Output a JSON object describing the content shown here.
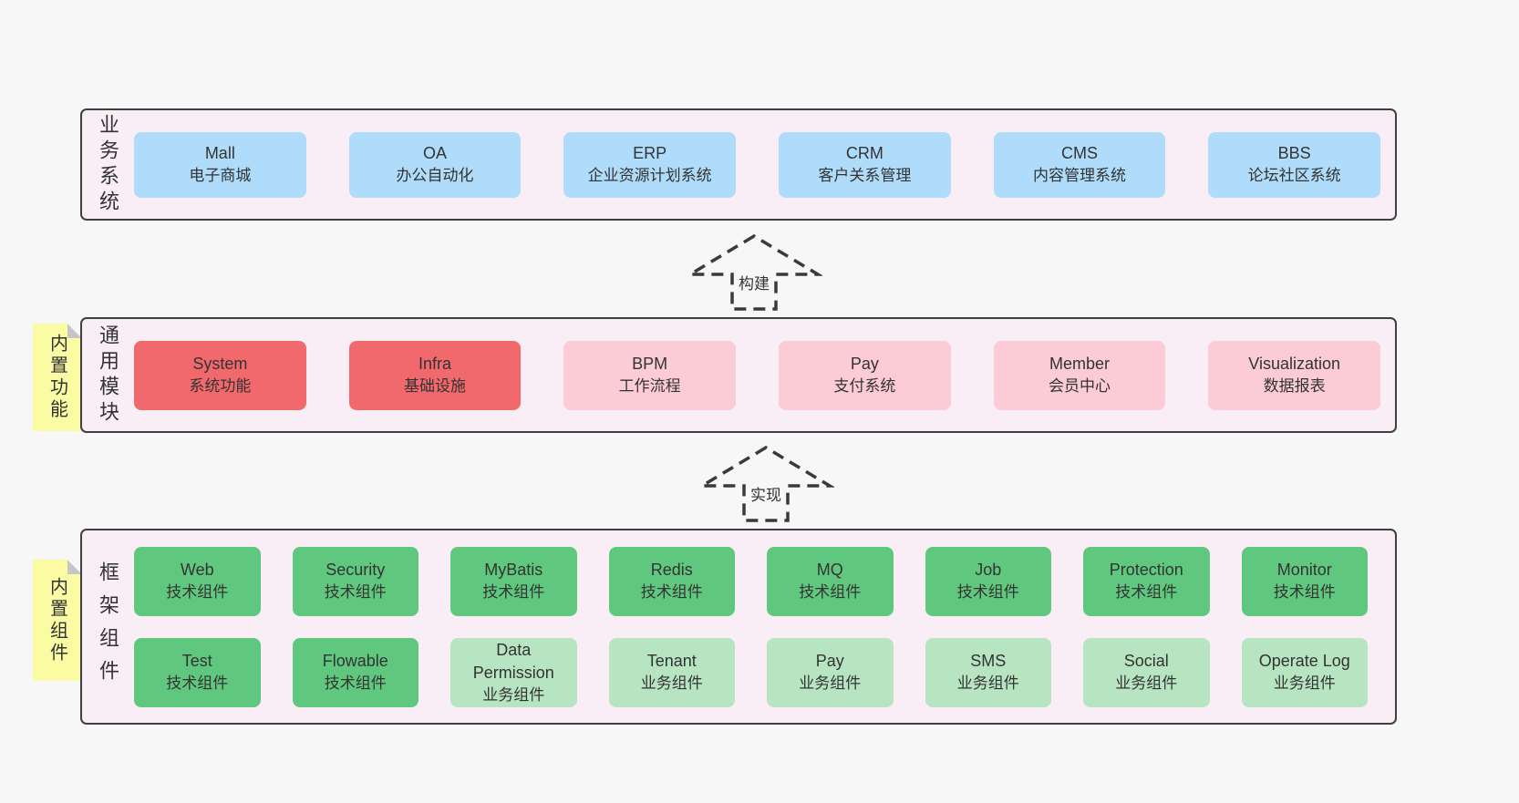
{
  "colors": {
    "page_bg": "#f7f7f7",
    "container_bg": "#f9edf6",
    "container_border": "#3f3f3f",
    "blue": "#aedcfa",
    "red": "#f1696d",
    "pink": "#fbcbd6",
    "green_dark": "#60c87e",
    "green_light": "#b7e4c1",
    "yellow": "#fafba2",
    "fold": "#c6c6c6",
    "text": "#333333"
  },
  "arrows": [
    {
      "id": "build",
      "label": "构建"
    },
    {
      "id": "implement",
      "label": "实现"
    }
  ],
  "sections": [
    {
      "id": "business-systems",
      "label": "业务系统",
      "sticky": null,
      "columns": 6,
      "rows": [
        [
          {
            "title": "Mall",
            "subtitle": "电子商城",
            "variant": "blue"
          },
          {
            "title": "OA",
            "subtitle": "办公自动化",
            "variant": "blue"
          },
          {
            "title": "ERP",
            "subtitle": "企业资源计划系统",
            "variant": "blue"
          },
          {
            "title": "CRM",
            "subtitle": "客户关系管理",
            "variant": "blue"
          },
          {
            "title": "CMS",
            "subtitle": "内容管理系统",
            "variant": "blue"
          },
          {
            "title": "BBS",
            "subtitle": "论坛社区系统",
            "variant": "blue"
          }
        ]
      ]
    },
    {
      "id": "common-modules",
      "label": "通用模块",
      "sticky": "内置功能",
      "columns": 6,
      "rows": [
        [
          {
            "title": "System",
            "subtitle": "系统功能",
            "variant": "red"
          },
          {
            "title": "Infra",
            "subtitle": "基础设施",
            "variant": "red"
          },
          {
            "title": "BPM",
            "subtitle": "工作流程",
            "variant": "pink"
          },
          {
            "title": "Pay",
            "subtitle": "支付系统",
            "variant": "pink"
          },
          {
            "title": "Member",
            "subtitle": "会员中心",
            "variant": "pink"
          },
          {
            "title": "Visualization",
            "subtitle": "数据报表",
            "variant": "pink"
          }
        ]
      ]
    },
    {
      "id": "framework-components",
      "label": "框架组件",
      "sticky": "内置组件",
      "columns": 8,
      "rows": [
        [
          {
            "title": "Web",
            "subtitle": "技术组件",
            "variant": "green-dark"
          },
          {
            "title": "Security",
            "subtitle": "技术组件",
            "variant": "green-dark"
          },
          {
            "title": "MyBatis",
            "subtitle": "技术组件",
            "variant": "green-dark"
          },
          {
            "title": "Redis",
            "subtitle": "技术组件",
            "variant": "green-dark"
          },
          {
            "title": "MQ",
            "subtitle": "技术组件",
            "variant": "green-dark"
          },
          {
            "title": "Job",
            "subtitle": "技术组件",
            "variant": "green-dark"
          },
          {
            "title": "Protection",
            "subtitle": "技术组件",
            "variant": "green-dark"
          },
          {
            "title": "Monitor",
            "subtitle": "技术组件",
            "variant": "green-dark"
          }
        ],
        [
          {
            "title": "Test",
            "subtitle": "技术组件",
            "variant": "green-dark"
          },
          {
            "title": "Flowable",
            "subtitle": "技术组件",
            "variant": "green-dark"
          },
          {
            "title": "Data Permission",
            "subtitle": "业务组件",
            "variant": "green-light"
          },
          {
            "title": "Tenant",
            "subtitle": "业务组件",
            "variant": "green-light"
          },
          {
            "title": "Pay",
            "subtitle": "业务组件",
            "variant": "green-light"
          },
          {
            "title": "SMS",
            "subtitle": "业务组件",
            "variant": "green-light"
          },
          {
            "title": "Social",
            "subtitle": "业务组件",
            "variant": "green-light"
          },
          {
            "title": "Operate Log",
            "subtitle": "业务组件",
            "variant": "green-light"
          }
        ]
      ]
    }
  ]
}
